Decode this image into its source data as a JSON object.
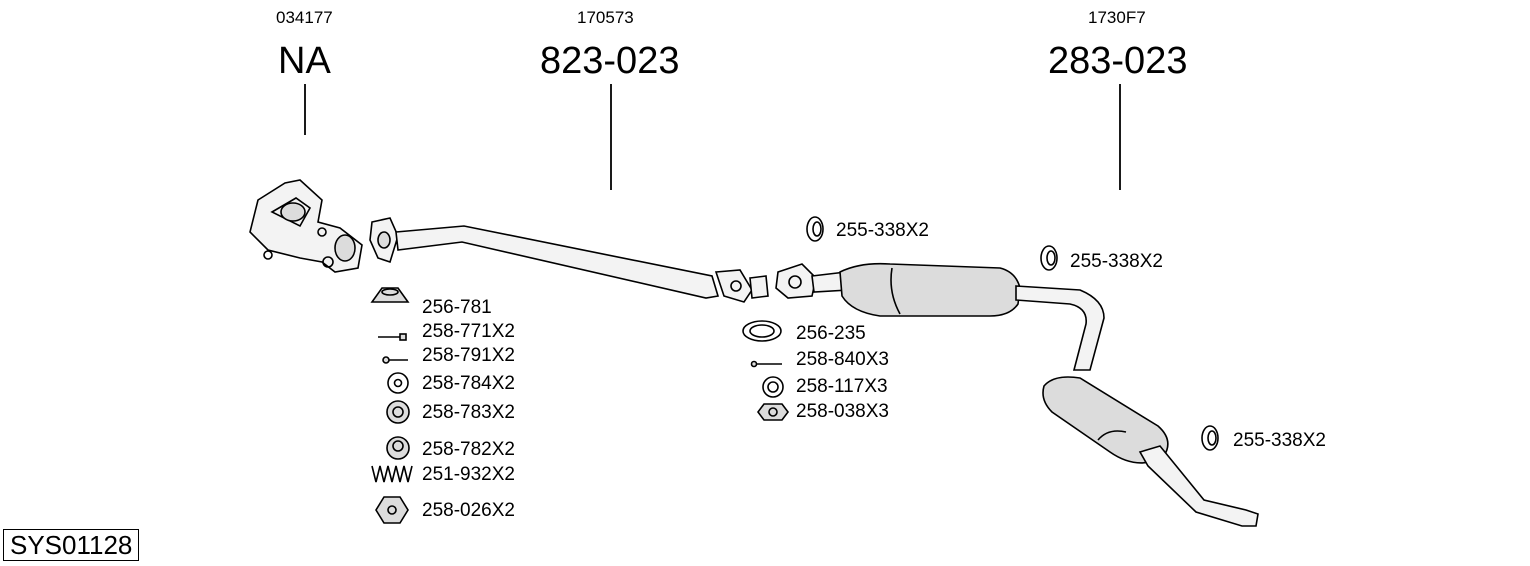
{
  "groups": [
    {
      "code": "034177",
      "part": "NA"
    },
    {
      "code": "170573",
      "part": "823-023"
    },
    {
      "code": "1730F7",
      "part": "283-023"
    }
  ],
  "left_parts": [
    "256-781",
    "258-771X2",
    "258-791X2",
    "258-784X2",
    "258-783X2",
    "258-782X2",
    "251-932X2",
    "258-026X2"
  ],
  "middle_parts": [
    "256-235",
    "258-840X3",
    "258-117X3",
    "258-038X3"
  ],
  "hangers": [
    "255-338X2",
    "255-338X2",
    "255-338X2"
  ],
  "system_id": "SYS01128",
  "icons": [
    "exhaust-manifold-icon",
    "front-pipe-icon",
    "middle-silencer-icon",
    "rear-silencer-icon",
    "gasket-icon",
    "bolt-icon",
    "washer-icon",
    "nut-icon",
    "spring-icon",
    "rubber-hanger-icon"
  ]
}
